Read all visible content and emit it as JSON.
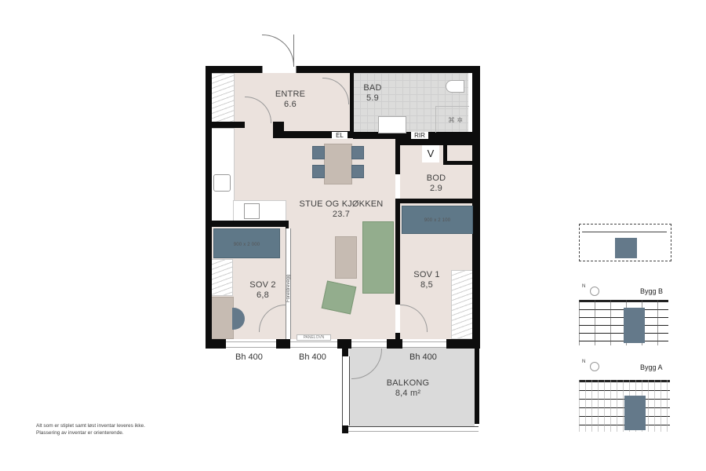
{
  "plan": {
    "rooms": [
      {
        "id": "entre",
        "name": "ENTRE",
        "area": "6.6"
      },
      {
        "id": "bad",
        "name": "BAD",
        "area": "5.9"
      },
      {
        "id": "bod",
        "name": "BOD",
        "area": "2.9"
      },
      {
        "id": "stue",
        "name": "STUE OG KJØKKEN",
        "area": "23.7"
      },
      {
        "id": "sov2",
        "name": "SOV 2",
        "area": "6,8"
      },
      {
        "id": "sov1",
        "name": "SOV 1",
        "area": "8,5"
      },
      {
        "id": "balkong",
        "name": "BALKONG",
        "area": "8,4 m²"
      }
    ],
    "tags": {
      "el": "EL",
      "rir": "RIR",
      "v": "V",
      "panelovn": "PANELOVN",
      "foreldrevegg": "Foreldrevegg"
    },
    "beds": {
      "sov2": "900 x 2 000",
      "sov1": "900 x 2 100"
    },
    "window_heights": [
      "Bh 400",
      "Bh 400",
      "Bh 400"
    ]
  },
  "notes": [
    "Alt som er stiplet samt løst inventar leveres ikke.",
    "Plassering av inventar er orienterende."
  ],
  "keyplans": {
    "bygg_b": "Bygg B",
    "bygg_a": "Bygg A",
    "north": "N"
  },
  "colors": {
    "floor": "#ebe2dd",
    "bath": "#dcdcdb",
    "furniture_blue": "#64798a",
    "furniture_green": "#93ad8d",
    "balcony": "#dadada",
    "wall": "#0d0d0d"
  }
}
